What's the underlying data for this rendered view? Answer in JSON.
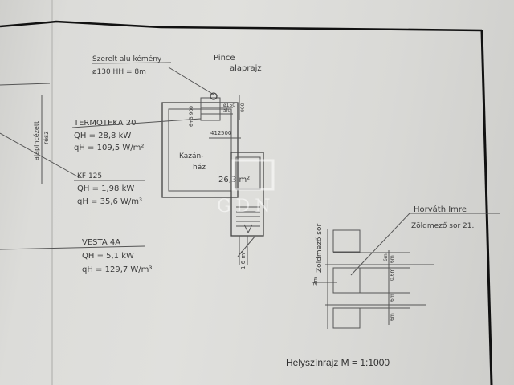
{
  "drawing": {
    "chimney_label": "Szerelt alu kémény",
    "chimney_spec": "ø130  HH = 8m",
    "plan_title_1": "Pince",
    "plan_title_2": "alaprajz",
    "basement_side_label_1": "alápincézett",
    "basement_side_label_2": "rész",
    "dim_412": "412",
    "dim_500": "500",
    "dim_900": "900",
    "dim_150": "ø150",
    "dim_alu": "alu",
    "dim_side": "6+3 900",
    "room_name_1": "Kazán-",
    "room_name_2": "ház",
    "room_area": "26,3 m²",
    "stair_area": "1,6 m²",
    "equipment": [
      {
        "name": "TERMOTEKA 20",
        "line1": "QH = 28,8 kW",
        "line2": "qH = 109,5 W/m²"
      },
      {
        "name": "KF 125",
        "line1": "QH = 1,98 kW",
        "line2": "qH = 35,6 W/m³"
      },
      {
        "name": "VESTA 4A",
        "line1": "QH = 5,1 kW",
        "line2": "qH = 129,7 W/m³"
      }
    ],
    "owner_name": "Horváth Imre",
    "owner_address": "Zöldmező sor 21.",
    "street_label": "Zöldmező sor",
    "street_width": "3m",
    "site_dims": [
      "6m",
      "0,6m",
      "6m",
      "6m",
      "6m"
    ],
    "site_plan_title": "Helyszínrajz  M = 1:1000"
  },
  "watermark": "GDN"
}
